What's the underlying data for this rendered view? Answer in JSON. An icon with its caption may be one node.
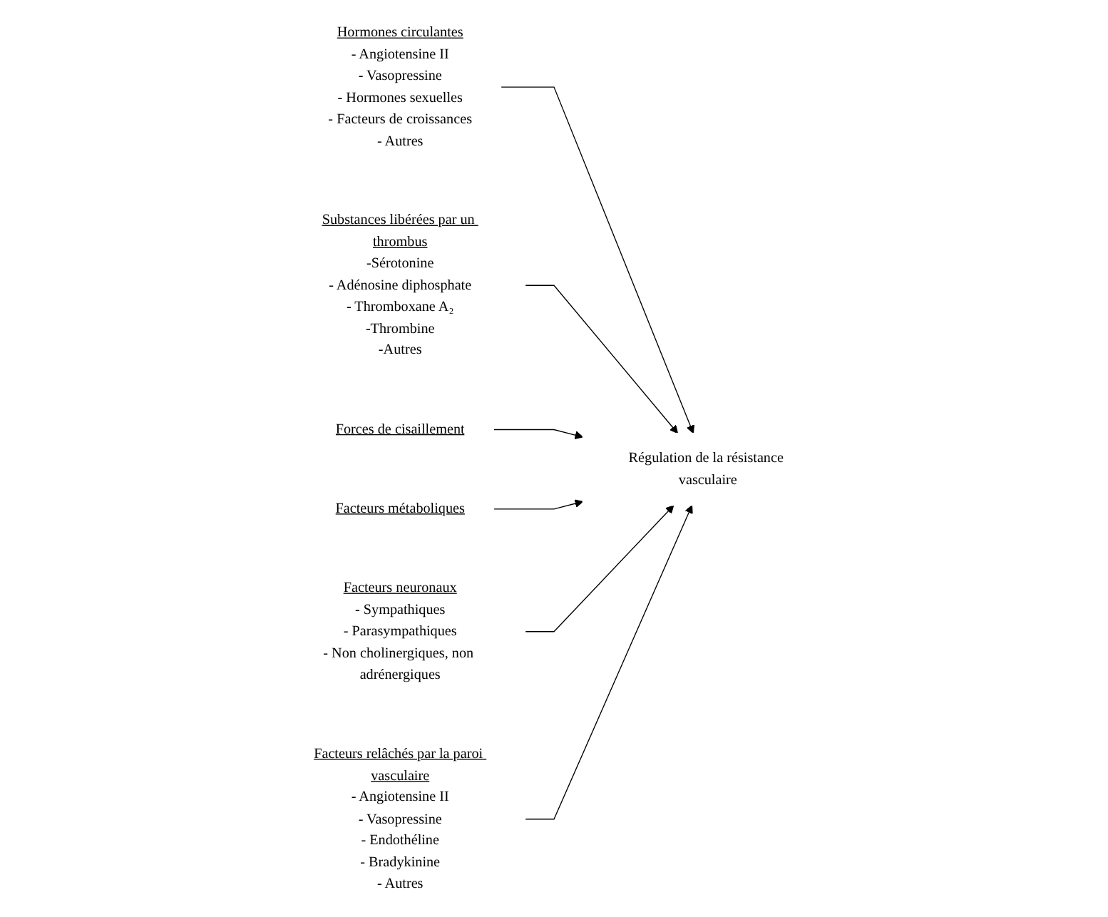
{
  "diagram": {
    "nodes": [
      {
        "text": [
          "Hormones circulantes",
          "- Angiotensine II",
          "- Vasopressine",
          "- Hormones sexuelles",
          "- Facteurs de croissances",
          "- Autres"
        ]
      },
      {
        "text": [
          "Substances libérées par un thrombus",
          "-Sérotonine",
          "- Adénosine diphosphate",
          "- Thromboxane A₂",
          "-Thrombine",
          "-Autres"
        ]
      },
      {
        "text": [
          "Forces de cisaillement"
        ]
      },
      {
        "text": [
          "Régulation de la résistance vasculaire"
        ]
      },
      {
        "text": [
          "Facteurs métaboliques"
        ]
      },
      {
        "text": [
          "Facteurs neuronaux",
          "- Sympathiques",
          "- Parasympathiques",
          "- Non cholinergiques, non adrénergiques"
        ]
      },
      {
        "text": [
          "Facteurs relâchés par la paroi vasculaire",
          "- Angiotensine II",
          "- Vasopressine",
          "- Endothéline",
          "- Bradykinine",
          "- Autres"
        ]
      }
    ],
    "edges": [
      {
        "from": 0,
        "to": 3,
        "arrow": "to"
      },
      {
        "from": 1,
        "to": 3,
        "arrow": "to"
      },
      {
        "from": 2,
        "to": 3,
        "arrow": "to"
      },
      {
        "from": 4,
        "to": 3,
        "arrow": "to"
      },
      {
        "from": 5,
        "to": 3,
        "arrow": "to"
      },
      {
        "from": 6,
        "to": 3,
        "arrow": "to"
      }
    ]
  }
}
